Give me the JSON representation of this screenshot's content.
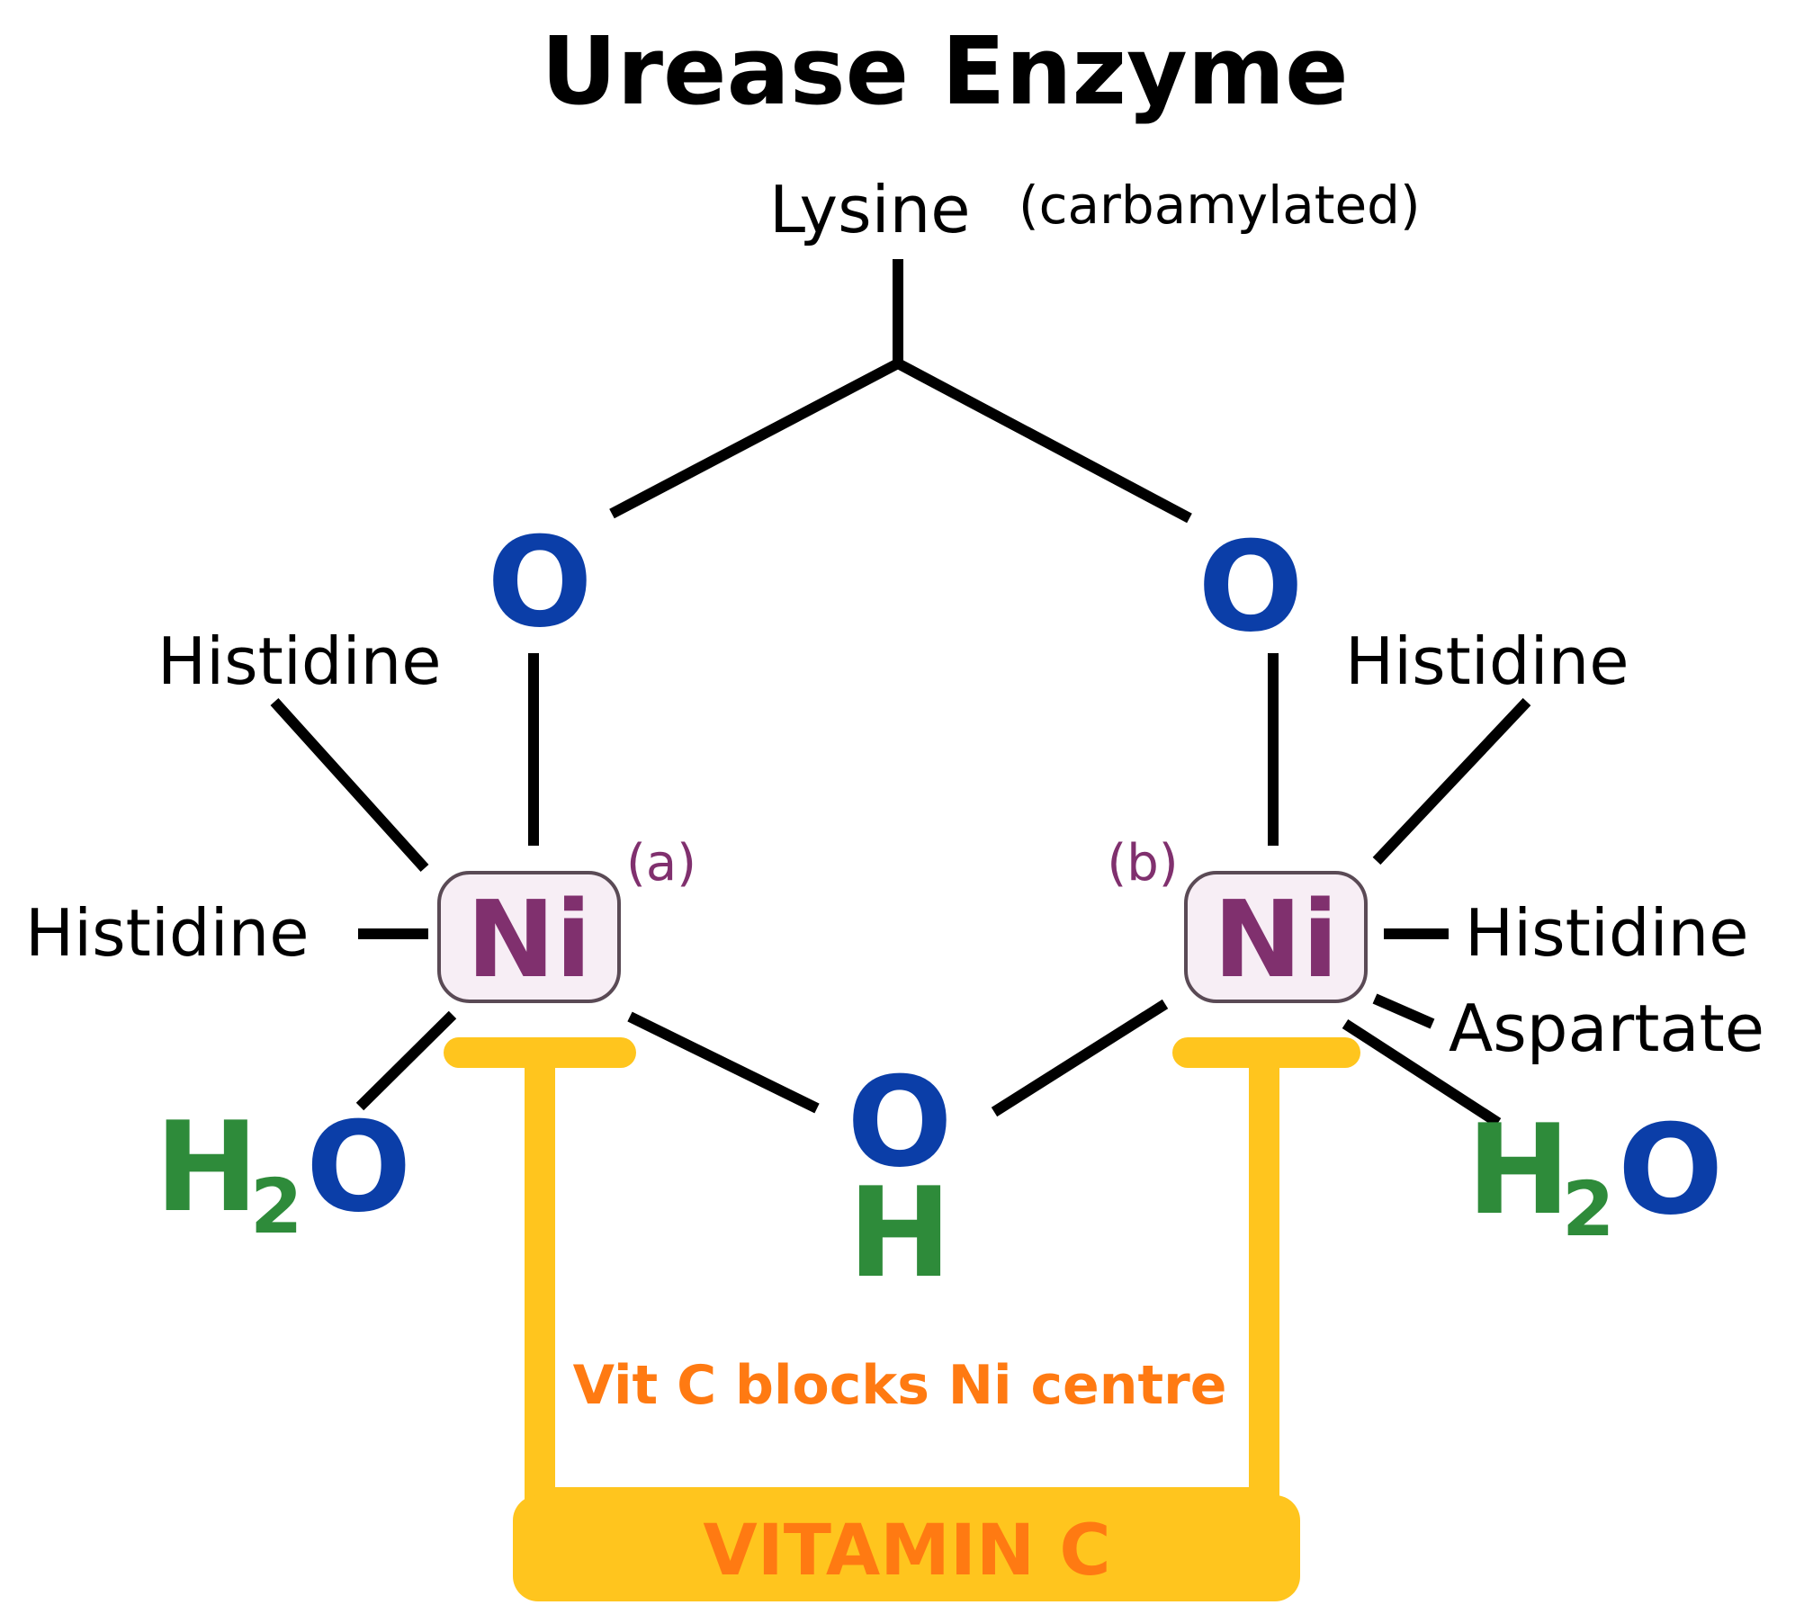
{
  "title": "Urease Enzyme",
  "lysine": {
    "name": "Lysine",
    "qualifier": "(carbamylated)"
  },
  "atoms": {
    "oxygen": "O",
    "hydrogen": "H",
    "nickel": "Ni",
    "water_h": "H",
    "water_sub": "2",
    "water_o": "O"
  },
  "sites": {
    "a": "(a)",
    "b": "(b)"
  },
  "ligands": {
    "left_upper": "Histidine",
    "left_middle": "Histidine",
    "right_upper": "Histidine",
    "right_middle": "Histidine",
    "right_lower": "Aspartate"
  },
  "annotation": "Vit C blocks Ni centre",
  "vitamin": "VITAMIN C",
  "colors": {
    "oxygen": "#0b3ea8",
    "hydrogen": "#2e8b3a",
    "nickel": "#80306e",
    "nickel_box_fill": "#f7eef5",
    "nickel_box_stroke": "#5a4a55",
    "vitamin_bracket": "#ffc51e",
    "vitamin_text": "#ff7a12"
  }
}
